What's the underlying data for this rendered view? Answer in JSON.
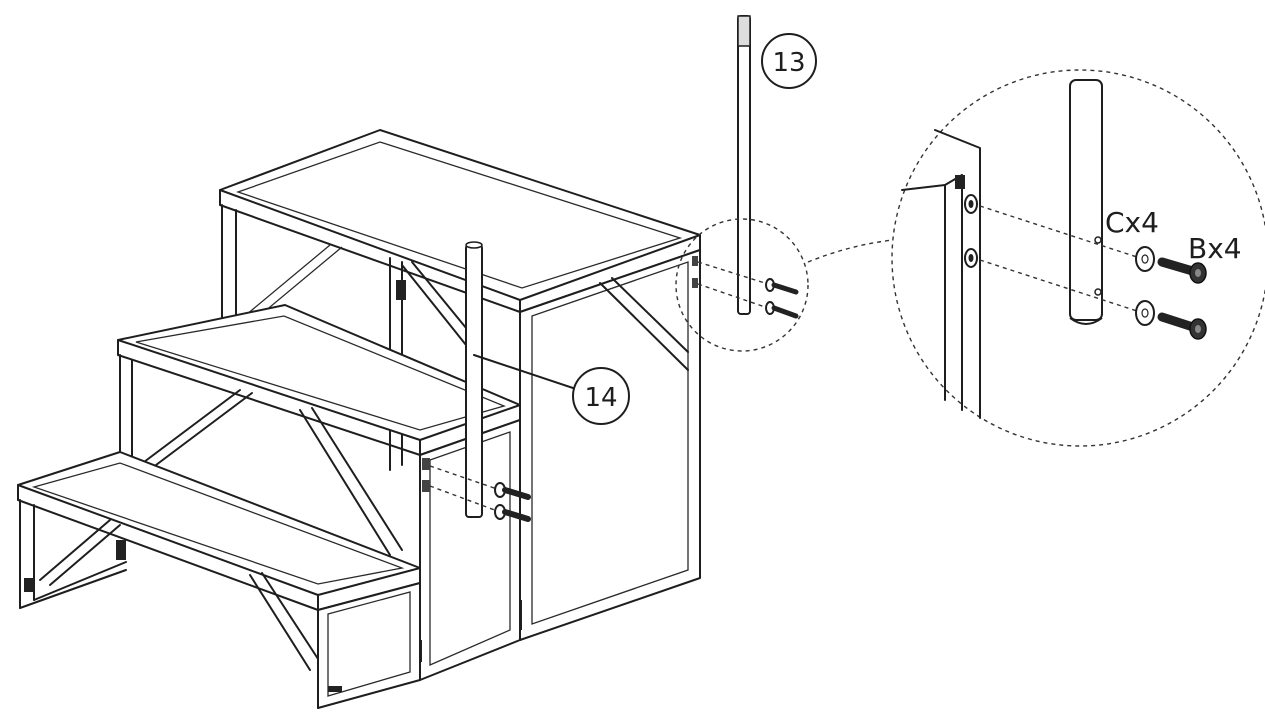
{
  "parts": {
    "post_13": {
      "number": "13"
    },
    "post_14": {
      "number": "14"
    }
  },
  "hardware": {
    "washer_c": {
      "quantity_label": "Cx4"
    },
    "bolt_b": {
      "quantity_label": "Bx4"
    }
  },
  "colors": {
    "line": "#1e1e1e",
    "background": "#ffffff"
  }
}
